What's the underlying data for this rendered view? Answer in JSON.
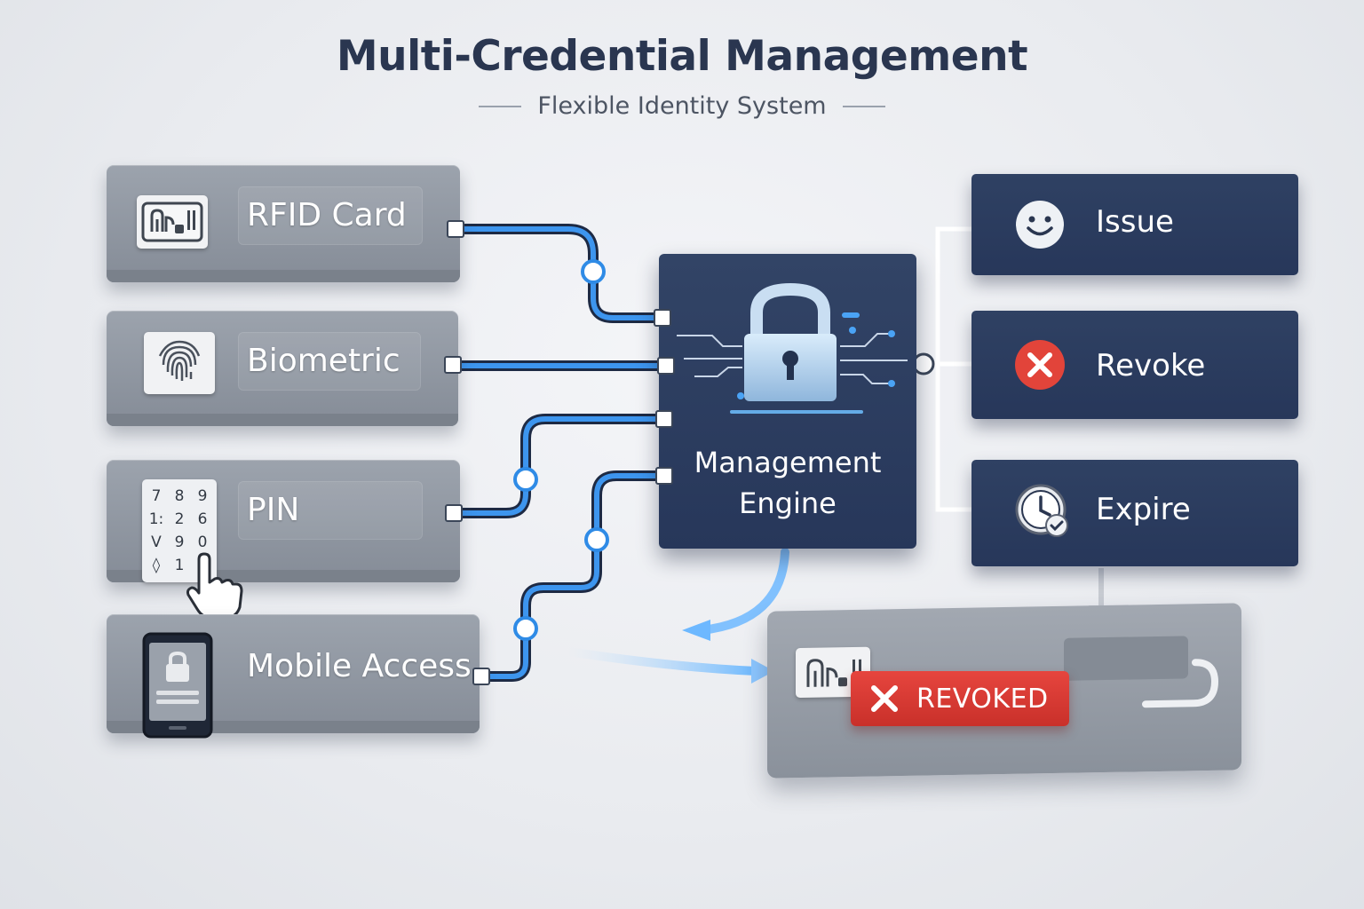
{
  "header": {
    "title": "Multi-Credential Management",
    "subtitle": "Flexible Identity System"
  },
  "credentials": [
    {
      "label": "RFID Card",
      "icon": "rfid-card-icon"
    },
    {
      "label": "Biometric",
      "icon": "fingerprint-icon"
    },
    {
      "label": "PIN",
      "icon": "keypad-icon"
    },
    {
      "label": "Mobile Access",
      "icon": "phone-lock-icon"
    }
  ],
  "engine": {
    "line1": "Management",
    "line2": "Engine",
    "icon": "padlock-icon"
  },
  "actions": [
    {
      "label": "Issue",
      "icon": "smiley-icon"
    },
    {
      "label": "Revoke",
      "icon": "red-x-icon"
    },
    {
      "label": "Expire",
      "icon": "clock-check-icon"
    }
  ],
  "result": {
    "badge": "REVOKED",
    "icon": "revoked-x-icon"
  },
  "keypad": {
    "keys": [
      "7",
      "8",
      "9",
      "1:",
      "2",
      "6",
      "V",
      "9",
      "0",
      "◊",
      "1"
    ]
  },
  "colors": {
    "navy": "#27375a",
    "wire": "#2f8be6",
    "danger": "#d9382f",
    "gray_panel": "#8e959f"
  }
}
